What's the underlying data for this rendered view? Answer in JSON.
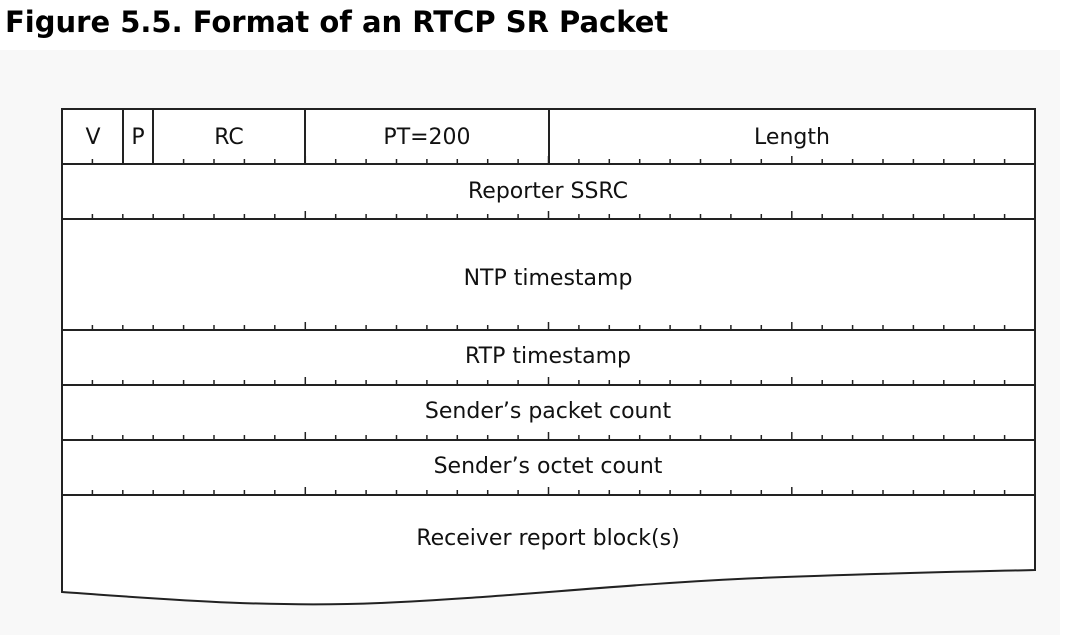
{
  "figure": {
    "title": "Figure 5.5. Format of an RTCP SR Packet"
  },
  "packet": {
    "header_fields": {
      "v": "V",
      "p": "P",
      "rc": "RC",
      "pt": "PT=200",
      "length": "Length"
    },
    "rows": {
      "reporter_ssrc": "Reporter SSRC",
      "ntp_timestamp": "NTP timestamp",
      "rtp_timestamp": "RTP timestamp",
      "senders_packet_count": "Sender’s packet count",
      "senders_octet_count": "Sender’s octet count",
      "receiver_report_blocks": "Receiver report block(s)"
    }
  },
  "colors": {
    "line": "#222222",
    "text": "#111111",
    "panel": "#f8f8f8"
  }
}
